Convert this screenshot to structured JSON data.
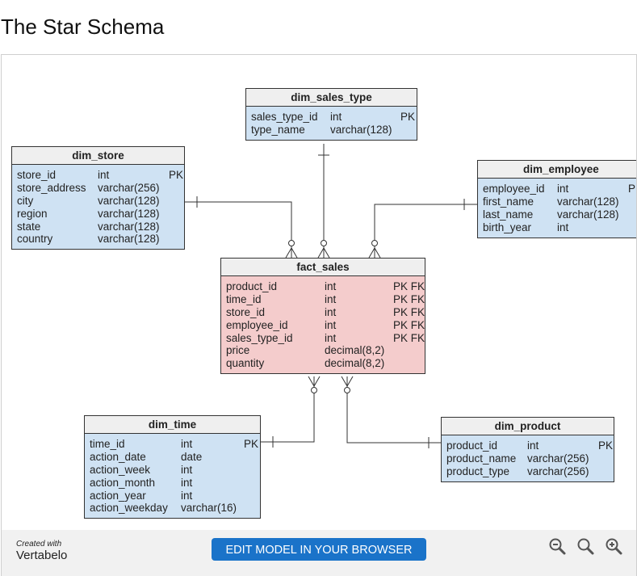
{
  "page": {
    "title": "The Star Schema"
  },
  "tables": {
    "dim_sales_type": {
      "name": "dim_sales_type",
      "rows": [
        {
          "name": "sales_type_id",
          "type": "int",
          "key": "PK"
        },
        {
          "name": "type_name",
          "type": "varchar(128)",
          "key": ""
        }
      ]
    },
    "dim_store": {
      "name": "dim_store",
      "rows": [
        {
          "name": "store_id",
          "type": "int",
          "key": "PK"
        },
        {
          "name": "store_address",
          "type": "varchar(256)",
          "key": ""
        },
        {
          "name": "city",
          "type": "varchar(128)",
          "key": ""
        },
        {
          "name": "region",
          "type": "varchar(128)",
          "key": ""
        },
        {
          "name": "state",
          "type": "varchar(128)",
          "key": ""
        },
        {
          "name": "country",
          "type": "varchar(128)",
          "key": ""
        }
      ]
    },
    "dim_employee": {
      "name": "dim_employee",
      "rows": [
        {
          "name": "employee_id",
          "type": "int",
          "key": "PK"
        },
        {
          "name": "first_name",
          "type": "varchar(128)",
          "key": ""
        },
        {
          "name": "last_name",
          "type": "varchar(128)",
          "key": ""
        },
        {
          "name": "birth_year",
          "type": "int",
          "key": ""
        }
      ]
    },
    "fact_sales": {
      "name": "fact_sales",
      "rows": [
        {
          "name": "product_id",
          "type": "int",
          "key": "PK FK"
        },
        {
          "name": "time_id",
          "type": "int",
          "key": "PK FK"
        },
        {
          "name": "store_id",
          "type": "int",
          "key": "PK FK"
        },
        {
          "name": "employee_id",
          "type": "int",
          "key": "PK FK"
        },
        {
          "name": "sales_type_id",
          "type": "int",
          "key": "PK FK"
        },
        {
          "name": "price",
          "type": "decimal(8,2)",
          "key": ""
        },
        {
          "name": "quantity",
          "type": "decimal(8,2)",
          "key": ""
        }
      ]
    },
    "dim_time": {
      "name": "dim_time",
      "rows": [
        {
          "name": "time_id",
          "type": "int",
          "key": "PK"
        },
        {
          "name": "action_date",
          "type": "date",
          "key": ""
        },
        {
          "name": "action_week",
          "type": "int",
          "key": ""
        },
        {
          "name": "action_month",
          "type": "int",
          "key": ""
        },
        {
          "name": "action_year",
          "type": "int",
          "key": ""
        },
        {
          "name": "action_weekday",
          "type": "varchar(16)",
          "key": ""
        }
      ]
    },
    "dim_product": {
      "name": "dim_product",
      "rows": [
        {
          "name": "product_id",
          "type": "int",
          "key": "PK"
        },
        {
          "name": "product_name",
          "type": "varchar(256)",
          "key": ""
        },
        {
          "name": "product_type",
          "type": "varchar(256)",
          "key": ""
        }
      ]
    }
  },
  "footer": {
    "created_with": "Created with",
    "brand": "Vertabelo",
    "edit_button": "EDIT MODEL IN YOUR BROWSER",
    "zoom_icons": [
      "zoom-out-icon",
      "zoom-reset-icon",
      "zoom-in-icon"
    ]
  },
  "colors": {
    "dimension_fill": "#cfe2f3",
    "fact_fill": "#f4cccc",
    "header_fill": "#efefef",
    "button": "#1a73c9"
  }
}
